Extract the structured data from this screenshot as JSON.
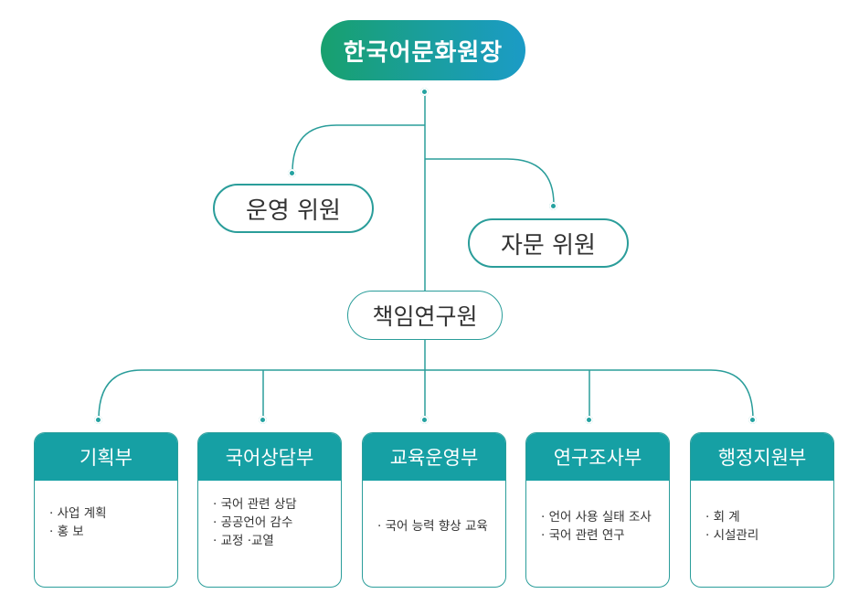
{
  "director": "한국어문화원장",
  "committees": {
    "operating": "운영 위원",
    "advisory": "자문 위원"
  },
  "chief_researcher": "책임연구원",
  "departments": [
    {
      "name": "기획부",
      "items": [
        "· 사업 계획",
        "· 홍 보"
      ]
    },
    {
      "name": "국어상담부",
      "items": [
        "· 국어 관련 상담",
        "· 공공언어 감수",
        "· 교정 ·교열"
      ]
    },
    {
      "name": "교육운영부",
      "items": [
        "· 국어 능력 향상 교육"
      ]
    },
    {
      "name": "연구조사부",
      "items": [
        "· 언어 사용 실태 조사",
        "· 국어 관련 연구"
      ]
    },
    {
      "name": "행정지원부",
      "items": [
        "· 회 계",
        "· 시설관리"
      ]
    }
  ],
  "colors": {
    "teal": "#16a0a4",
    "green": "#18a06e",
    "line": "#2a9d9a"
  }
}
